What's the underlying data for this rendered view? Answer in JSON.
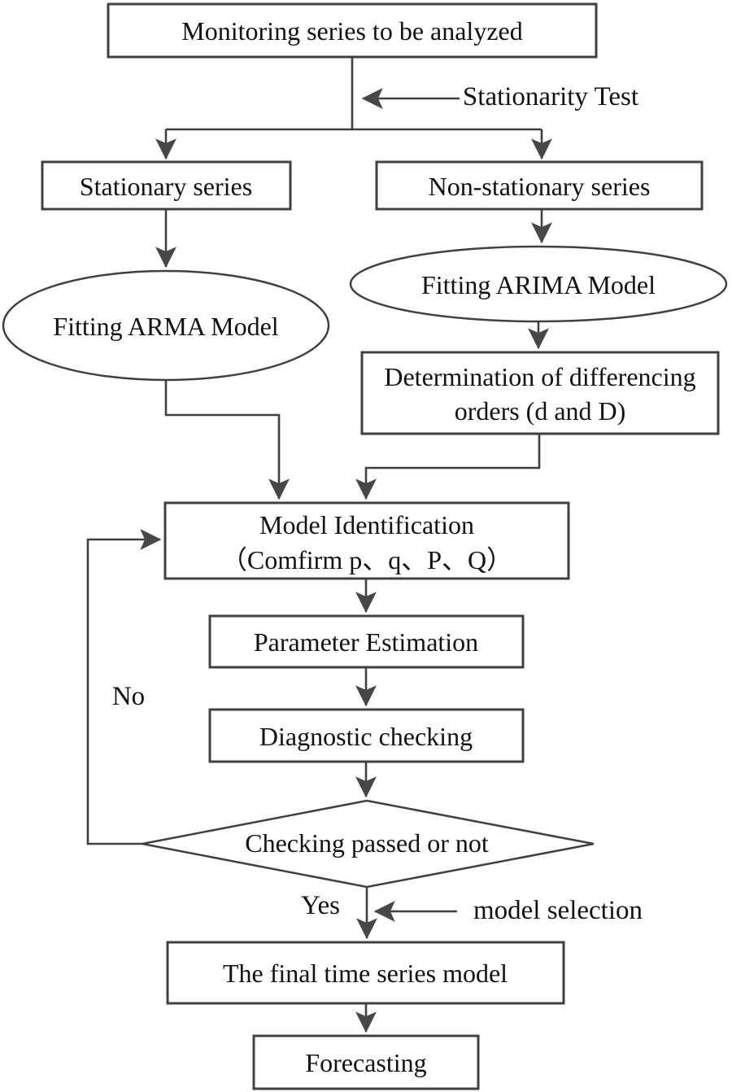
{
  "diagram": {
    "nodes": {
      "monitoring": {
        "label": "Monitoring series to be analyzed"
      },
      "stationary": {
        "label": "Stationary series"
      },
      "non_stationary": {
        "label": "Non-stationary series"
      },
      "arma": {
        "label": "Fitting ARMA Model"
      },
      "arima": {
        "label": "Fitting ARIMA Model"
      },
      "differencing": {
        "line1": "Determination of differencing",
        "line2": "orders (d and D)"
      },
      "identification": {
        "line1": "Model Identification",
        "line2": "（Comfirm p、q、P、Q）"
      },
      "parameter": {
        "label": "Parameter Estimation"
      },
      "diagnostic": {
        "label": "Diagnostic checking"
      },
      "decision": {
        "label": "Checking passed or not"
      },
      "final_model": {
        "label": "The final time series model"
      },
      "forecasting": {
        "label": "Forecasting"
      }
    },
    "edge_labels": {
      "stationarity_test": "Stationarity Test",
      "no": "No",
      "yes": "Yes",
      "model_selection": "model selection"
    },
    "colors": {
      "background": "#ffffff",
      "stroke": "#404040",
      "arrow_fill": "#474747",
      "text": "#121212"
    }
  }
}
